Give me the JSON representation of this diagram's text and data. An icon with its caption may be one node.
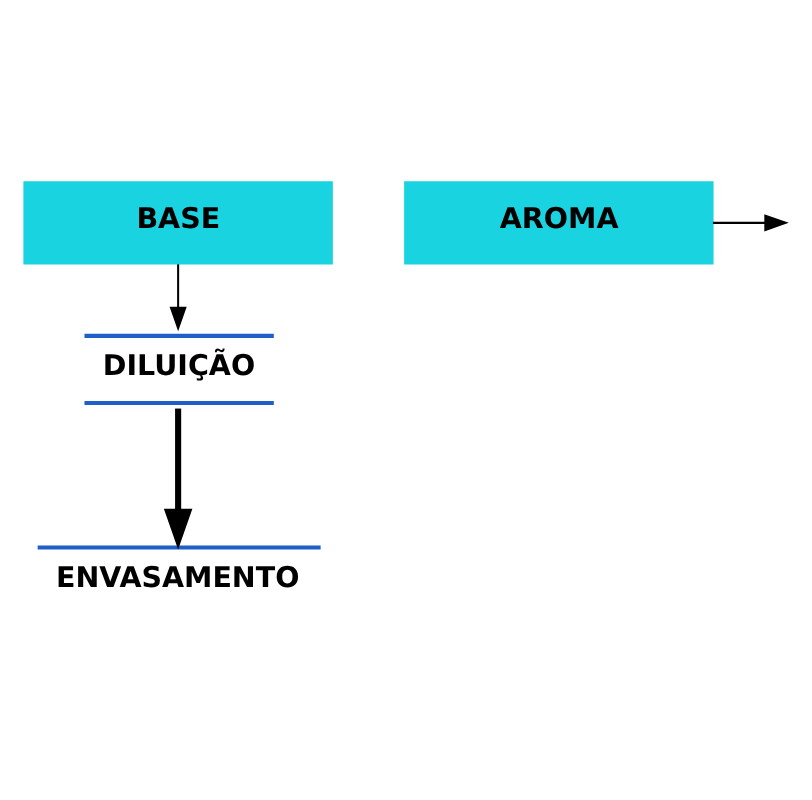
{
  "diagram": {
    "nodes": [
      {
        "text": [
          "BASE"
        ]
      },
      {
        "text": [
          "DILUIÇÃO"
        ]
      },
      {
        "text": [
          "ENVASAMENTO"
        ]
      },
      {
        "text": [
          "AROMA"
        ]
      }
    ],
    "edges": [
      {
        "from": 0,
        "to": 1,
        "arrow": "to"
      },
      {
        "from": 1,
        "to": 2,
        "arrow": "to",
        "style": "thick"
      },
      {
        "from": 3,
        "to": null,
        "arrow": "to"
      }
    ]
  }
}
